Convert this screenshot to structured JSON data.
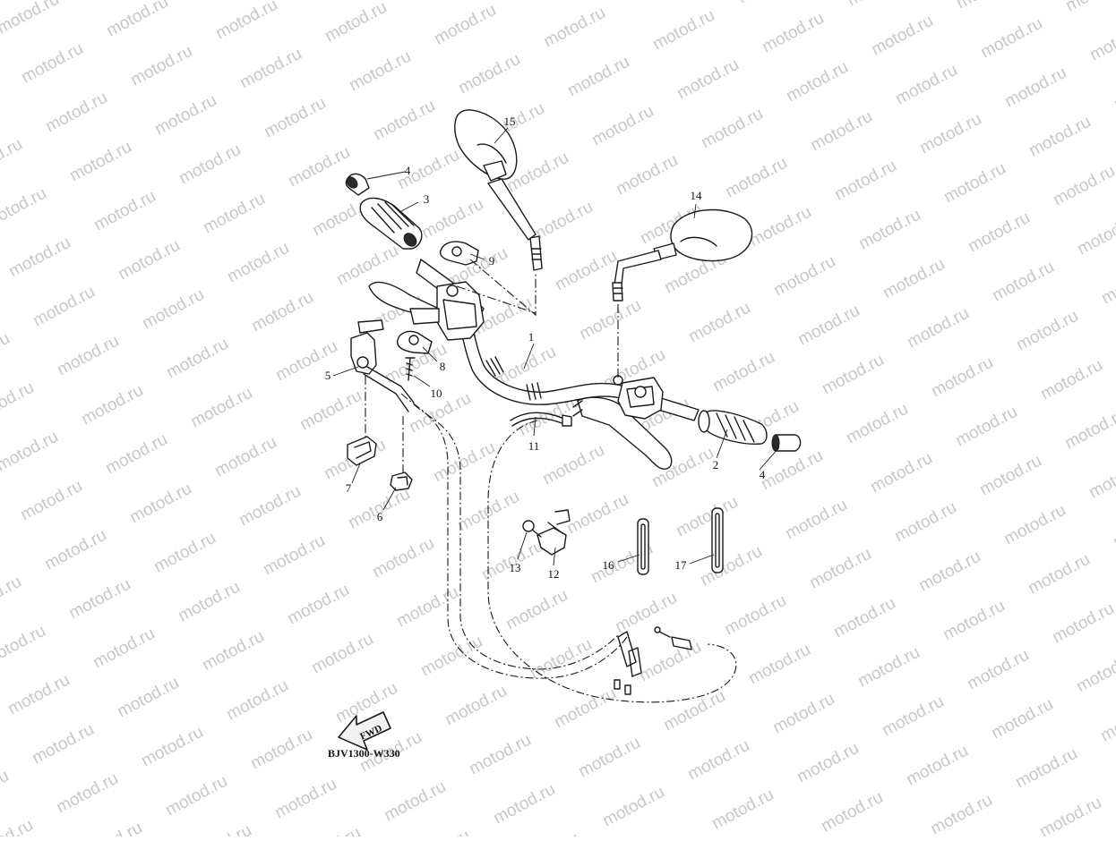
{
  "watermark": {
    "text": "motod.ru",
    "color": "#c8c8c8"
  },
  "diagram": {
    "code": "BJV1300-W330",
    "fwd_label": "FWD",
    "callouts": [
      {
        "id": "c1",
        "label": "1"
      },
      {
        "id": "c2",
        "label": "2"
      },
      {
        "id": "c3",
        "label": "3"
      },
      {
        "id": "c4a",
        "label": "4"
      },
      {
        "id": "c4b",
        "label": "4"
      },
      {
        "id": "c5",
        "label": "5"
      },
      {
        "id": "c6",
        "label": "6"
      },
      {
        "id": "c7",
        "label": "7"
      },
      {
        "id": "c8",
        "label": "8"
      },
      {
        "id": "c9",
        "label": "9"
      },
      {
        "id": "c10",
        "label": "10"
      },
      {
        "id": "c11",
        "label": "11"
      },
      {
        "id": "c12",
        "label": "12"
      },
      {
        "id": "c13",
        "label": "13"
      },
      {
        "id": "c14",
        "label": "14"
      },
      {
        "id": "c15",
        "label": "15"
      },
      {
        "id": "c16",
        "label": "16"
      },
      {
        "id": "c17",
        "label": "17"
      }
    ]
  }
}
